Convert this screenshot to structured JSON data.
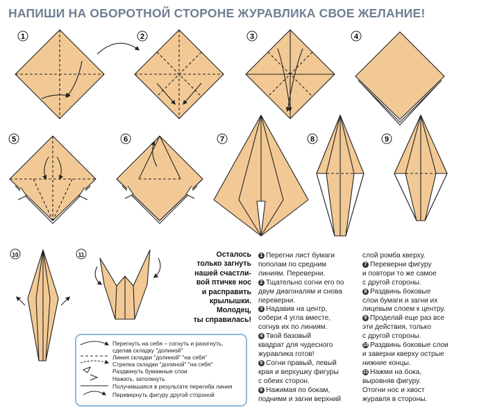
{
  "title": "НАПИШИ НА ОБОРОТНОЙ СТОРОНЕ ЖУРАВЛИКА СВОЕ ЖЕЛАНИЕ!",
  "step_numbers": [
    "1",
    "2",
    "3",
    "4",
    "5",
    "6",
    "7",
    "8",
    "9",
    "10",
    "11"
  ],
  "final_message": [
    "Осталось",
    "только загнуть",
    "нашей счастли-",
    "вой птичке нос",
    "и расправить",
    "крылышки.",
    "Молодец,",
    "ты справилась!"
  ],
  "legend": [
    "Перегнуть на себя – согнуть и разогнуть,",
    "сделав складку \"долиной\"",
    "Линия складки \"долиной\" \"на себя\"",
    "Стрелка складки \"долиной\" \"на себя\"",
    "Раздвинуть бумажные слои",
    "Нажать, затолкнуть",
    "Получившаяся в результате перегиба линия",
    "Перевернуть фигуру другой стороной"
  ],
  "instructions_col1": [
    {
      "n": "1",
      "lines": [
        "Перегни лист бумаги",
        "пополам по средним",
        "линиям. Переверни."
      ]
    },
    {
      "n": "2",
      "lines": [
        "Тщательно согни его по",
        "двум диагоналям и снова",
        "переверни."
      ]
    },
    {
      "n": "3",
      "lines": [
        "Надавив на центр,",
        "собери 4 угла вместе,",
        "согнув их по линиям."
      ]
    },
    {
      "n": "4",
      "lines": [
        "Твой базовый",
        "квадрат для чудесного",
        "журавлика готов!"
      ]
    },
    {
      "n": "5",
      "lines": [
        "Согни правый, левый",
        "края и верхушку фигуры",
        "с обеих сторон."
      ]
    },
    {
      "n": "6",
      "lines": [
        "Нажимая по бокам,",
        "подними и загни верхний"
      ]
    }
  ],
  "instructions_col2": [
    {
      "n": "",
      "lines": [
        "слой ромба кверху."
      ]
    },
    {
      "n": "7",
      "lines": [
        "Переверни фигуру",
        "и повтори то же самое",
        "с другой стороны."
      ]
    },
    {
      "n": "8",
      "lines": [
        "Раздвинь боковые",
        "слои бумаги и загни их",
        "лицевым слоем к центру."
      ]
    },
    {
      "n": "9",
      "lines": [
        "Проделай еще раз все",
        "эти действия, только",
        "с другой стороны."
      ]
    },
    {
      "n": "10",
      "lines": [
        "Раздвинь боковые слои",
        "и заверни кверху острые",
        "нижние концы."
      ]
    },
    {
      "n": "11",
      "lines": [
        "Нажми на бока,",
        "выровняв фигуру.",
        "Отогни нос и хвост",
        "журавля в стороны."
      ]
    }
  ],
  "colors": {
    "paper": "#f2c995",
    "line": "#222222",
    "title": "#6f7f93",
    "legend_border": "#8fb7d8"
  }
}
